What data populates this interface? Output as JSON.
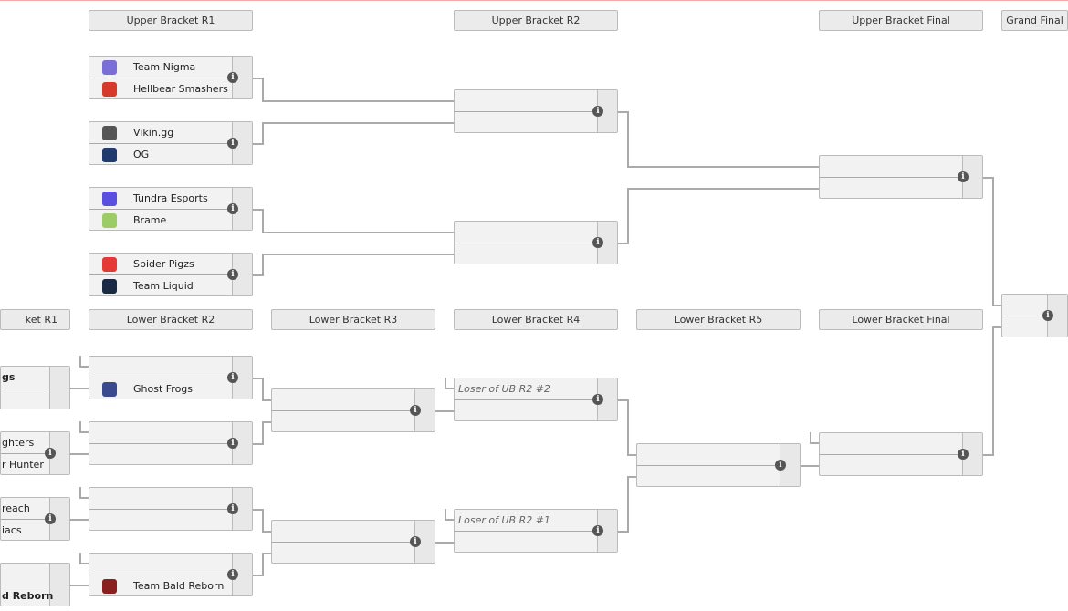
{
  "rounds": {
    "ub_r1": "Upper Bracket R1",
    "ub_r2": "Upper Bracket R2",
    "ub_final": "Upper Bracket Final",
    "grand_final": "Grand Final",
    "lb_r1": "ket R1",
    "lb_r2": "Lower Bracket R2",
    "lb_r3": "Lower Bracket R3",
    "lb_r4": "Lower Bracket R4",
    "lb_r5": "Lower Bracket R5",
    "lb_final": "Lower Bracket Final"
  },
  "ub_r1": [
    {
      "teams": [
        {
          "name": "Team Nigma",
          "logo": "nigma-logo",
          "color": "#7a6fd6"
        },
        {
          "name": "Hellbear Smashers",
          "logo": "hellbear-logo",
          "color": "#d63a2a"
        }
      ]
    },
    {
      "teams": [
        {
          "name": "Vikin.gg",
          "logo": "vikin-logo",
          "color": "#555555"
        },
        {
          "name": "OG",
          "logo": "og-logo",
          "color": "#1f3b6e"
        }
      ]
    },
    {
      "teams": [
        {
          "name": "Tundra Esports",
          "logo": "tundra-logo",
          "color": "#5a4fe0"
        },
        {
          "name": "Brame",
          "logo": "brame-logo",
          "color": "#9ccc65"
        }
      ]
    },
    {
      "teams": [
        {
          "name": "Spider Pigzs",
          "logo": "spider-pigzs-logo",
          "color": "#e53935"
        },
        {
          "name": "Team Liquid",
          "logo": "liquid-logo",
          "color": "#1a2a44"
        }
      ]
    }
  ],
  "ub_r2": [
    {
      "teams": [
        {
          "name": ""
        },
        {
          "name": ""
        }
      ]
    },
    {
      "teams": [
        {
          "name": ""
        },
        {
          "name": ""
        }
      ]
    }
  ],
  "ub_final": [
    {
      "teams": [
        {
          "name": ""
        },
        {
          "name": ""
        }
      ]
    }
  ],
  "grand_final": [
    {
      "teams": [
        {
          "name": ""
        },
        {
          "name": ""
        }
      ]
    }
  ],
  "lb_r1": [
    {
      "teams": [
        {
          "name": "gs",
          "bold": true
        },
        {
          "name": ""
        }
      ],
      "info": false
    },
    {
      "teams": [
        {
          "name": "ghters"
        },
        {
          "name": "r Hunter"
        }
      ],
      "info": true
    },
    {
      "teams": [
        {
          "name": "reach"
        },
        {
          "name": "iacs"
        }
      ],
      "info": true
    },
    {
      "teams": [
        {
          "name": ""
        },
        {
          "name": "d Reborn",
          "bold": true
        }
      ],
      "info": false
    }
  ],
  "lb_r2": [
    {
      "teams": [
        {
          "name": ""
        },
        {
          "name": "Ghost Frogs",
          "logo": "ghost-frogs-logo",
          "color": "#3b4a8c"
        }
      ]
    },
    {
      "teams": [
        {
          "name": ""
        },
        {
          "name": ""
        }
      ]
    },
    {
      "teams": [
        {
          "name": ""
        },
        {
          "name": ""
        }
      ]
    },
    {
      "teams": [
        {
          "name": ""
        },
        {
          "name": "Team Bald Reborn",
          "logo": "bald-reborn-logo",
          "color": "#8a1f1f"
        }
      ]
    }
  ],
  "lb_r3": [
    {
      "teams": [
        {
          "name": ""
        },
        {
          "name": ""
        }
      ]
    },
    {
      "teams": [
        {
          "name": ""
        },
        {
          "name": ""
        }
      ]
    }
  ],
  "lb_r4": [
    {
      "teams": [
        {
          "name": "Loser of UB R2 #2",
          "tbd": true
        },
        {
          "name": ""
        }
      ]
    },
    {
      "teams": [
        {
          "name": "Loser of UB R2 #1",
          "tbd": true
        },
        {
          "name": ""
        }
      ]
    }
  ],
  "lb_r5": [
    {
      "teams": [
        {
          "name": ""
        },
        {
          "name": ""
        }
      ]
    }
  ],
  "lb_final": [
    {
      "teams": [
        {
          "name": ""
        },
        {
          "name": ""
        }
      ]
    }
  ],
  "info_icon": "info-icon",
  "colors": {
    "line": "#aaaaaa",
    "box": "#f2f2f2",
    "header": "#ebebeb",
    "top_border": "#f4a9a9"
  }
}
